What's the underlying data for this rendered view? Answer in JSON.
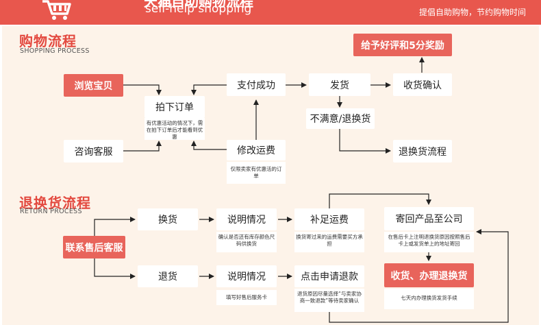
{
  "header": {
    "title_cn": "天猫自助购物流程",
    "title_en": "self-help shopping",
    "tagline": "提倡自助购物，节约购物时间"
  },
  "shopping": {
    "title": "购物流程",
    "subtitle": "SHOPPING PROCESS",
    "reward": "给予好评和5分奖励",
    "browse": "浏览宝贝",
    "order": "拍下订单",
    "order_note": "有优惠活动的情况下，需在拍下订单后才能看到优惠",
    "consult": "咨询客服",
    "modify_fee": "修改运费",
    "modify_note": "仅限卖家有优惠活的订单",
    "paid": "支付成功",
    "ship": "发货",
    "confirm": "收货确认",
    "unhappy": "不满意/退换货",
    "return_flow": "退换货流程"
  },
  "returns": {
    "title": "退换货流程",
    "subtitle": "RETURN PROCESS",
    "contact": "联系售后客服",
    "exchange": "换货",
    "refund": "退货",
    "explain1": "说明情况",
    "explain1_note": "确认是否还有库存颜色尺码供换货",
    "explain2": "说明情况",
    "explain2_note": "填写好售后服务卡",
    "pay_extra": "补足运费",
    "pay_extra_note": "换货寄过来的运费需要买方承担",
    "apply_refund": "点击申请退款",
    "apply_refund_note": "退货原因尽量选择“与卖家协商一致退款”等待卖家确认",
    "send_back": "寄回产品至公司",
    "send_back_note": "在售后卡上注明退换货原因按照售后卡上或发货单上的地址寄回",
    "receive": "收货、办理退换货",
    "receive_note": "七天内办理换货发货手续"
  }
}
